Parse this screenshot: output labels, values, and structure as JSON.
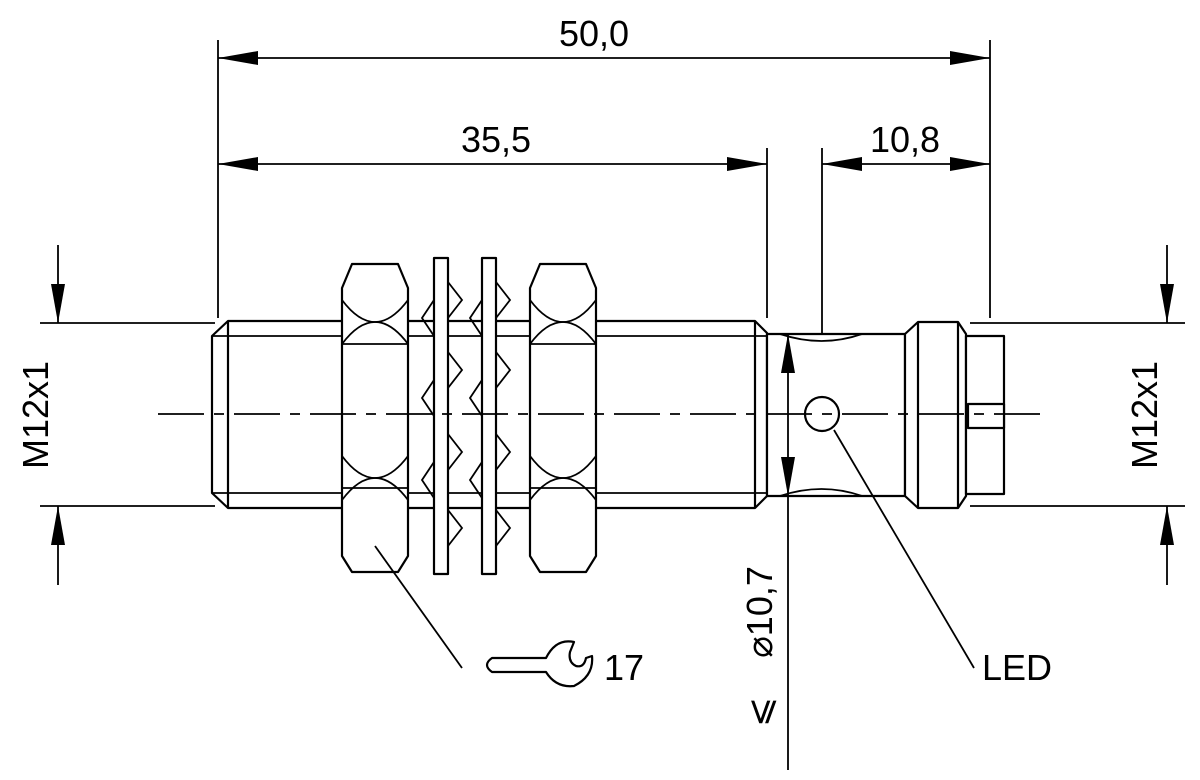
{
  "dimensions": {
    "overall_length": "50,0",
    "thread_length": "35,5",
    "connector_length": "10,8",
    "thread_left": "M12x1",
    "thread_right": "M12x1",
    "neck_diameter_prefix": "⩽",
    "neck_diameter": "⌀10,7"
  },
  "callouts": {
    "wrench_size": "17",
    "led": "LED"
  },
  "colors": {
    "line": "#000000",
    "background": "#ffffff"
  },
  "icons": [
    "wrench-icon",
    "led-indicator-icon"
  ]
}
